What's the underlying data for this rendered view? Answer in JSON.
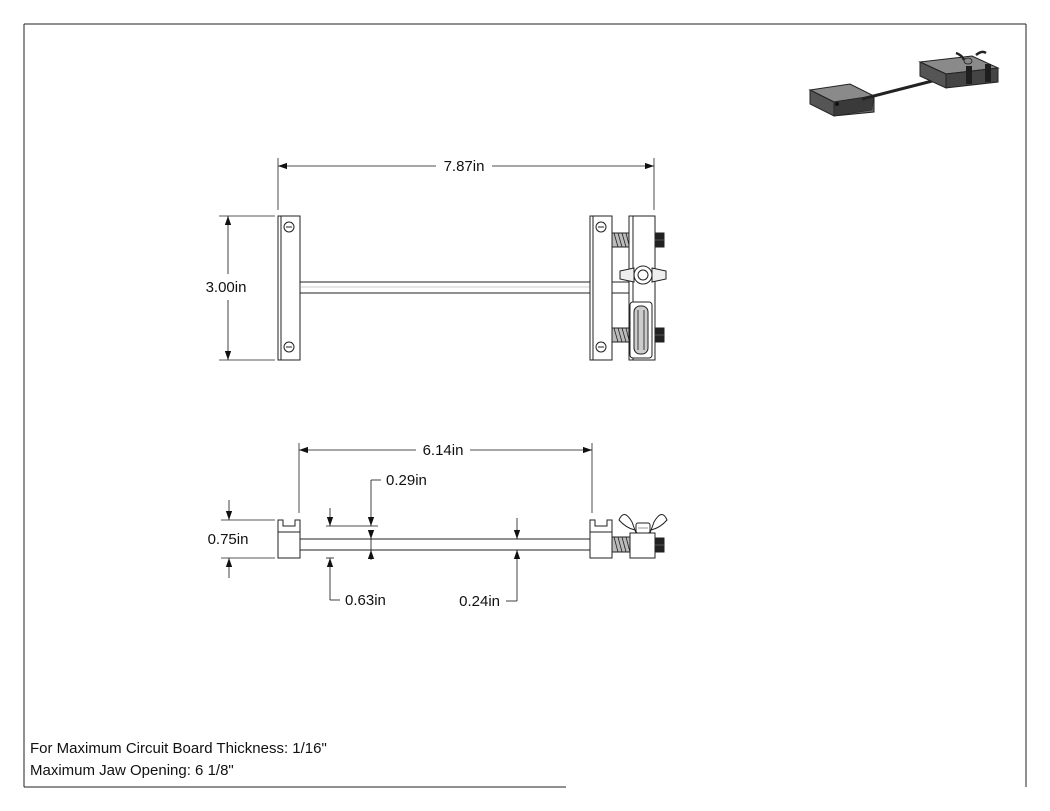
{
  "dimensions": {
    "overall_length": "7.87in",
    "overall_height": "3.00in",
    "jaw_span": "6.14in",
    "groove_offset": "0.29in",
    "thickness": "0.75in",
    "rod_position": "0.63in",
    "rod_diameter": "0.24in"
  },
  "notes": {
    "max_board_thickness": "For Maximum Circuit Board Thickness: 1/16\"",
    "max_jaw_opening": "Maximum Jaw Opening: 6 1/8\""
  }
}
